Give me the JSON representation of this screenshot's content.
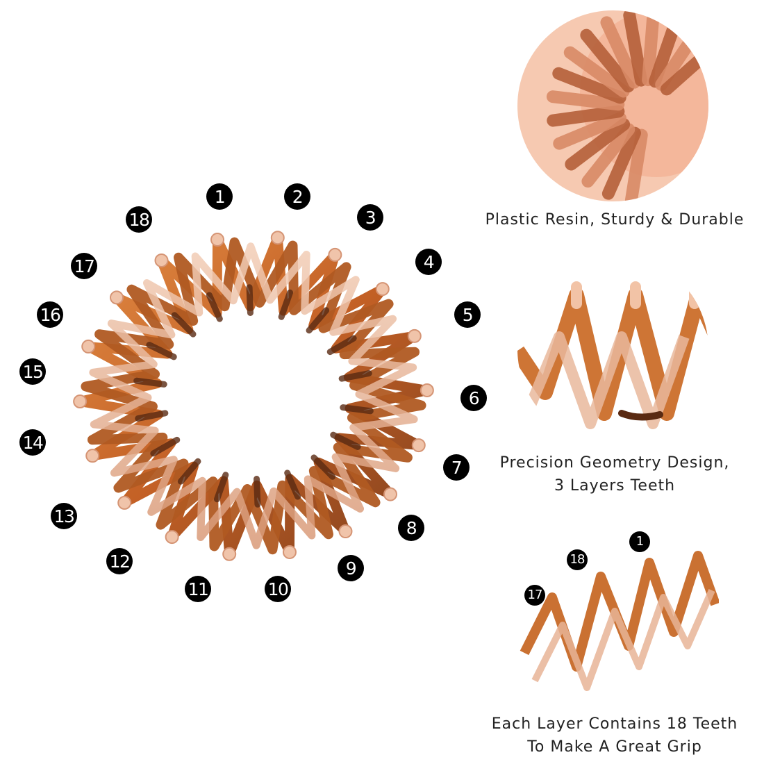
{
  "main": {
    "tooth_badges": [
      {
        "label": "1"
      },
      {
        "label": "2"
      },
      {
        "label": "3"
      },
      {
        "label": "4"
      },
      {
        "label": "5"
      },
      {
        "label": "6"
      },
      {
        "label": "7"
      },
      {
        "label": "8"
      },
      {
        "label": "9"
      },
      {
        "label": "10"
      },
      {
        "label": "11"
      },
      {
        "label": "12"
      },
      {
        "label": "13"
      },
      {
        "label": "14"
      },
      {
        "label": "15"
      },
      {
        "label": "16"
      },
      {
        "label": "17"
      },
      {
        "label": "18"
      }
    ]
  },
  "features": [
    {
      "caption_lines": [
        "Plastic Resin, Sturdy & Durable"
      ]
    },
    {
      "caption_lines": [
        "Precision Geometry Design,",
        "3 Layers Teeth"
      ]
    },
    {
      "caption_lines": [
        "Each Layer Contains 18 Teeth",
        "To Make A Great Grip"
      ],
      "badges": [
        {
          "label": "1"
        },
        {
          "label": "18"
        },
        {
          "label": "17"
        }
      ]
    }
  ],
  "colors": {
    "amber": "#c8661e",
    "tortoise_dark": "#6b3518",
    "translucent": "#e7b79a",
    "badge": "#000000"
  }
}
